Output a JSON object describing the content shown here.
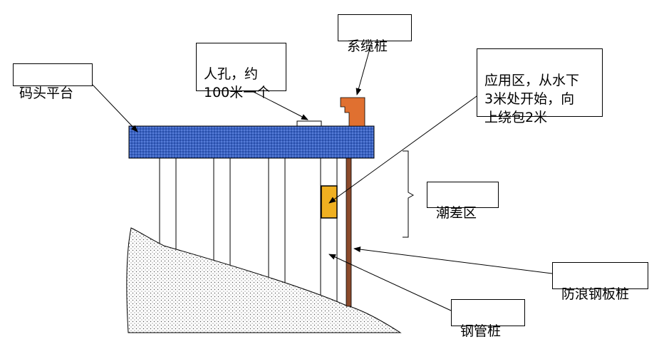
{
  "labels": {
    "wharf_platform": "码头平台",
    "manhole": "人孔，约\n100米一个",
    "mooring_post": "系缆桩",
    "application_zone": "应用区，从水下\n3米处开始，向\n上绕包2米",
    "tidal_zone": "潮差区",
    "wave_sheet_pile": "防浪钢板桩",
    "steel_pipe_pile": "钢管桩"
  },
  "colors": {
    "platform_fill": "#3a63c4",
    "platform_dots": "#1f3f8f",
    "mooring_post": "#e07030",
    "sheet_pile": "#8b4a2b",
    "application_band": "#f0b020",
    "seabed_dots": "#555555"
  }
}
